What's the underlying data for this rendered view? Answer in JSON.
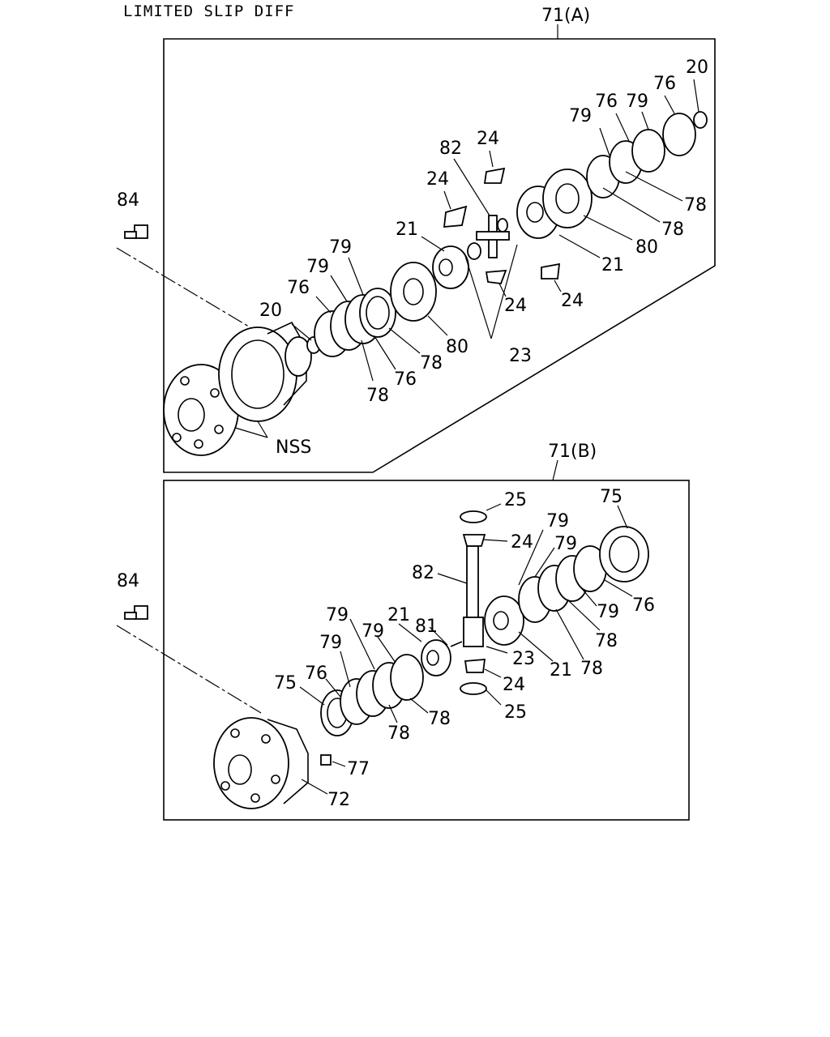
{
  "title": "LIMITED SLIP DIFF",
  "panel_a": {
    "label": "71(A)",
    "callouts": [
      "20",
      "76",
      "79",
      "76",
      "79",
      "78",
      "78",
      "80",
      "21",
      "24",
      "82",
      "24",
      "21",
      "24",
      "24",
      "23",
      "80",
      "78",
      "76",
      "78",
      "79",
      "79",
      "76",
      "20",
      "84",
      "NSS"
    ]
  },
  "panel_b": {
    "label": "71(B)",
    "callouts": [
      "25",
      "24",
      "75",
      "79",
      "79",
      "82",
      "79",
      "76",
      "21",
      "81",
      "23",
      "21",
      "78",
      "78",
      "24",
      "25",
      "79",
      "79",
      "79",
      "76",
      "75",
      "78",
      "78",
      "77",
      "72",
      "84"
    ]
  }
}
